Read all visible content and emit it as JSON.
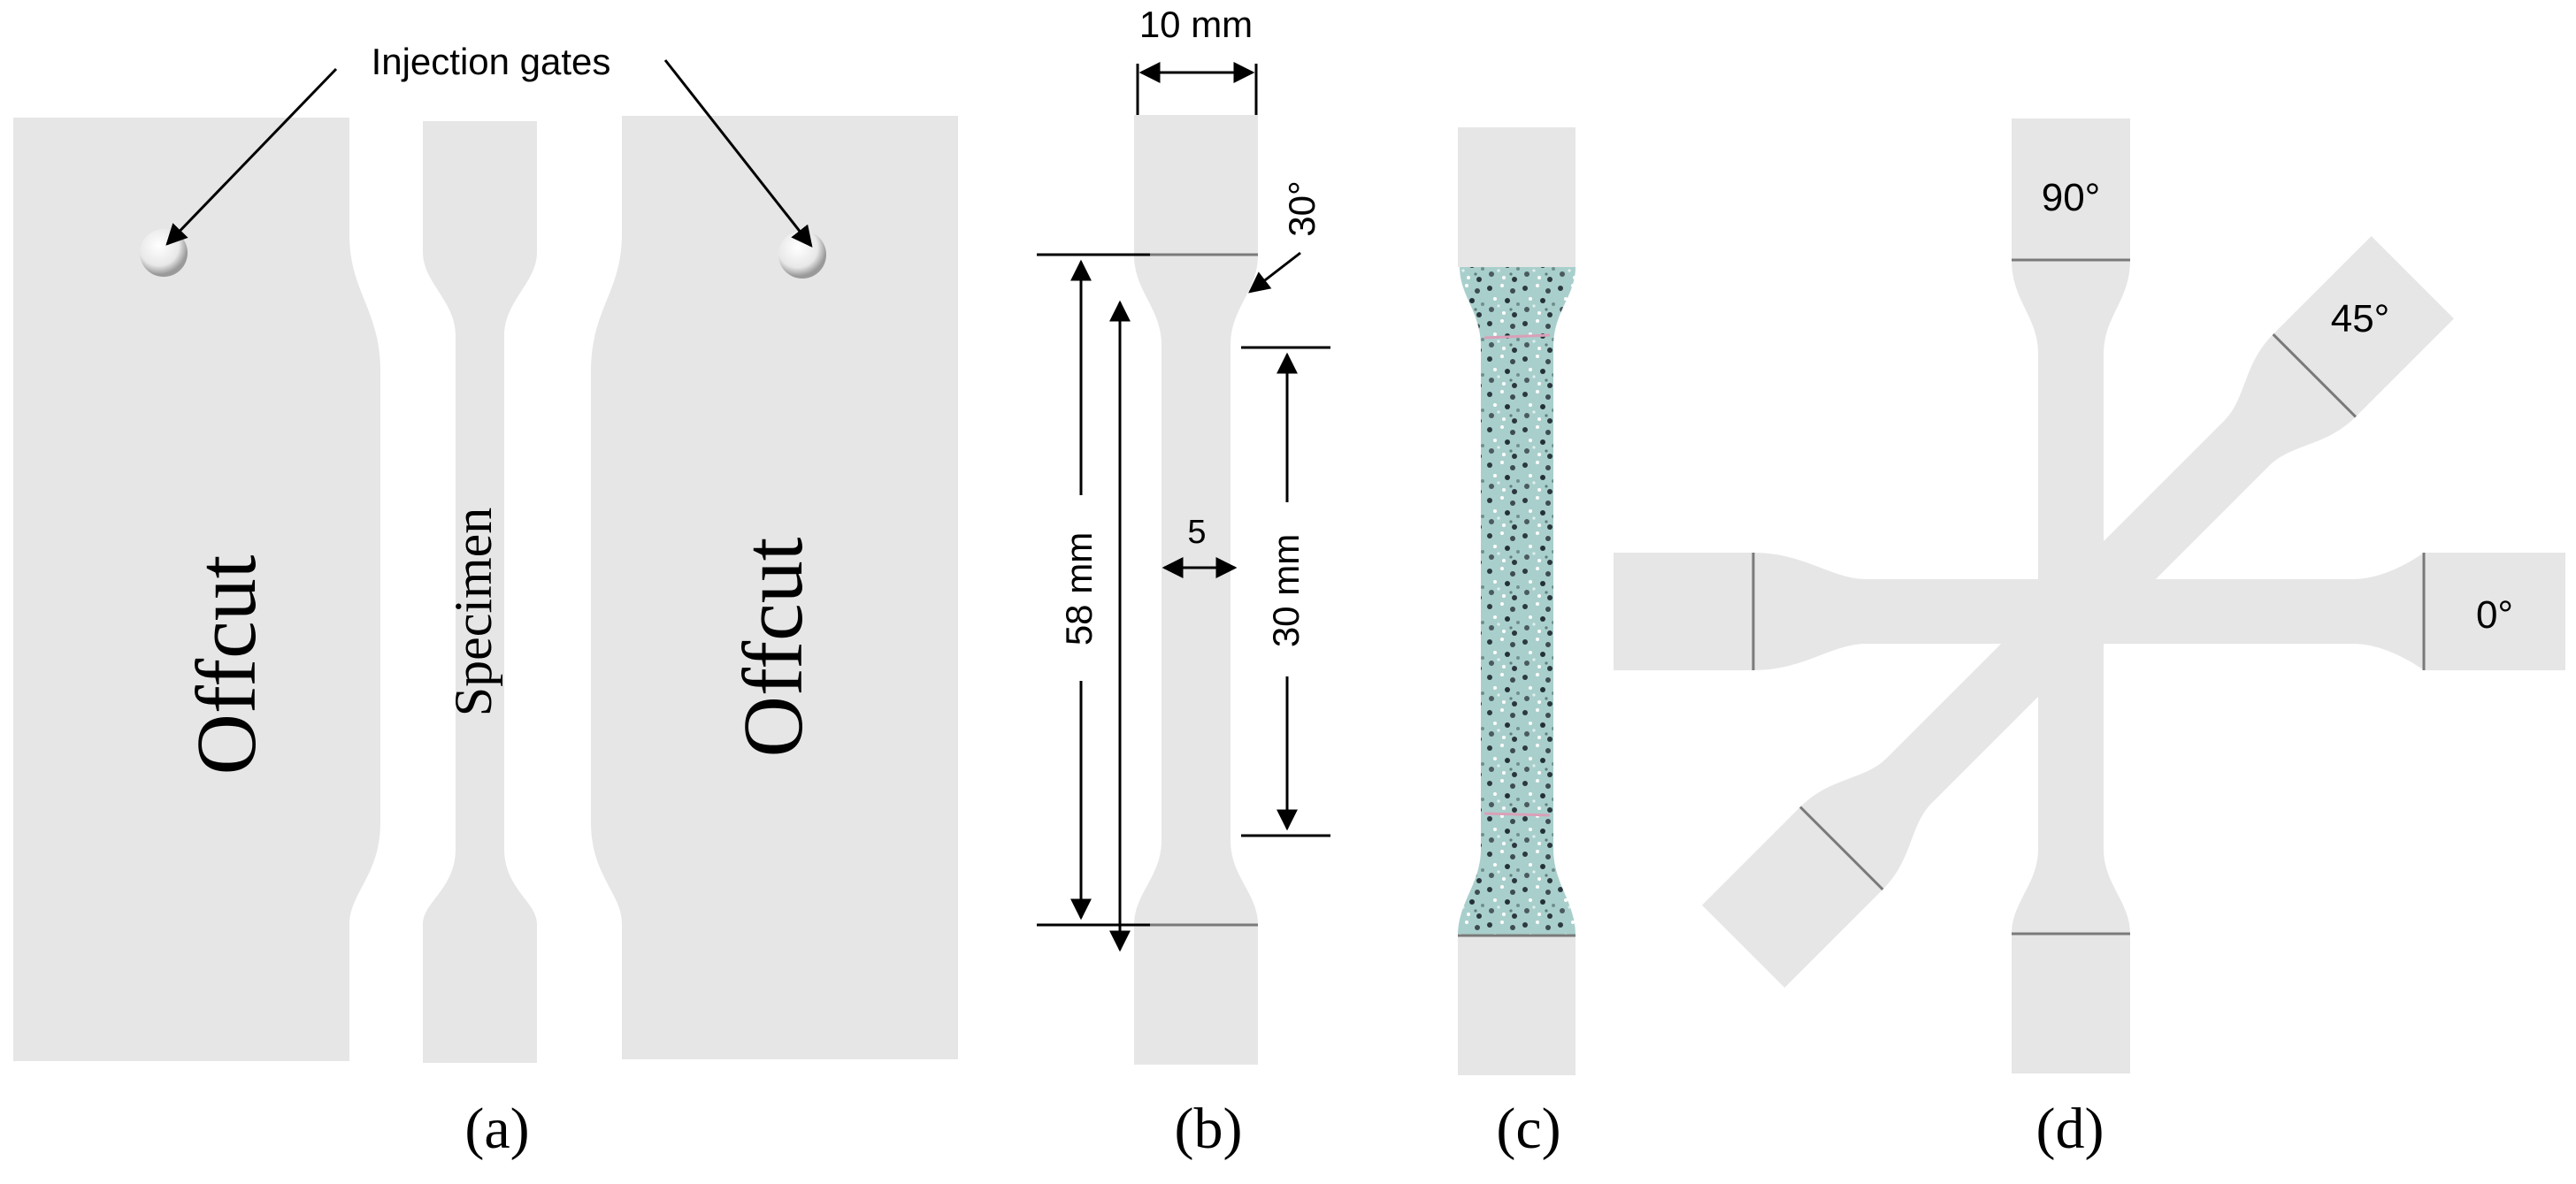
{
  "panel_a": {
    "gates_label": "Injection gates",
    "offcut_left": "Offcut",
    "specimen": "Specimen",
    "offcut_right": "Offcut",
    "caption": "(a)"
  },
  "panel_b": {
    "width_top": "10 mm",
    "angle": "30°",
    "overall_length": "58 mm",
    "gauge_length": "30 mm",
    "gauge_width": "5",
    "caption": "(b)"
  },
  "panel_c": {
    "caption": "(c)"
  },
  "panel_d": {
    "angle_90": "90°",
    "angle_45": "45°",
    "angle_0": "0°",
    "caption": "(d)"
  },
  "colors": {
    "part_fill": "#e6e6e6",
    "seam": "#7a7a7a",
    "speckle_base": "#9fc7c4",
    "line": "#000000"
  }
}
